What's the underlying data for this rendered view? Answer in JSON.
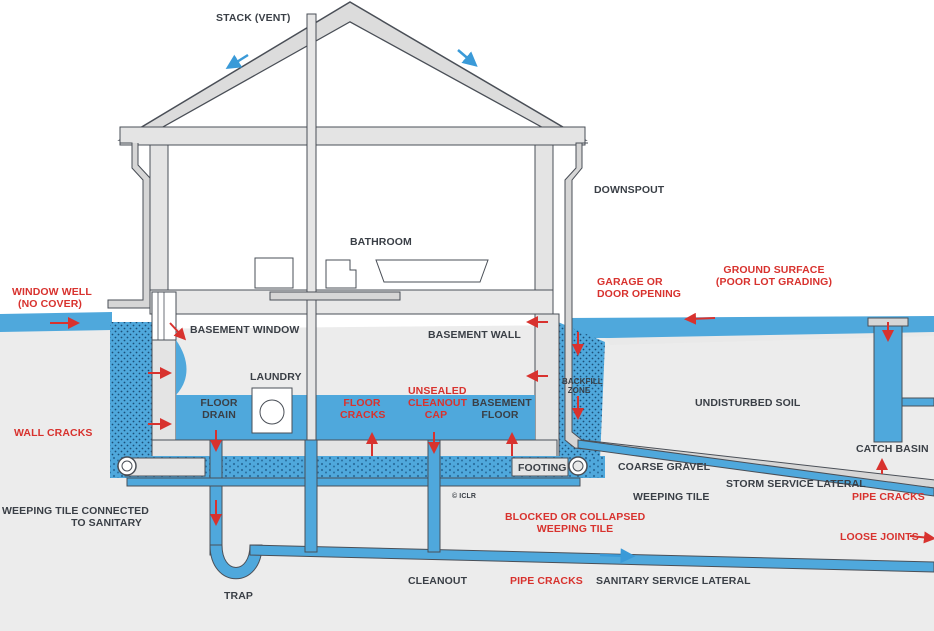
{
  "labels": {
    "stack_vent": "STACK (VENT)",
    "downspout": "DOWNSPOUT",
    "bathroom": "BATHROOM",
    "window_well_1": "WINDOW WELL",
    "window_well_2": "(NO COVER)",
    "basement_window": "BASEMENT WINDOW",
    "garage_1": "GARAGE OR",
    "garage_2": "DOOR OPENING",
    "ground_surface_1": "GROUND SURFACE",
    "ground_surface_2": "(POOR LOT GRADING)",
    "basement_wall": "BASEMENT WALL",
    "laundry": "LAUNDRY",
    "floor_drain_1": "FLOOR",
    "floor_drain_2": "DRAIN",
    "floor_cracks_1": "FLOOR",
    "floor_cracks_2": "CRACKS",
    "unsealed_1": "UNSEALED",
    "unsealed_2": "CLEANOUT",
    "unsealed_3": "CAP",
    "basement_floor_1": "BASEMENT",
    "basement_floor_2": "FLOOR",
    "backfill_1": "BACKFILL",
    "backfill_2": "ZONE",
    "undisturbed_soil": "UNDISTURBED SOIL",
    "wall_cracks": "WALL CRACKS",
    "catch_basin": "CATCH BASIN",
    "footing": "FOOTING",
    "coarse_gravel": "COARSE GRAVEL",
    "storm_lateral": "STORM SERVICE LATERAL",
    "weeping_tile": "WEEPING TILE",
    "pipe_cracks_right": "PIPE CRACKS",
    "weeping_sanitary_1": "WEEPING TILE CONNECTED",
    "weeping_sanitary_2": "TO SANITARY",
    "iclr": "© ICLR",
    "blocked_1": "BLOCKED OR COLLAPSED",
    "blocked_2": "WEEPING TILE",
    "loose_joints": "LOOSE JOINTS",
    "cleanout": "CLEANOUT",
    "pipe_cracks_bottom": "PIPE CRACKS",
    "sanitary_lateral": "SANITARY SERVICE LATERAL",
    "trap": "TRAP"
  },
  "colors": {
    "water": "#4fa8dc",
    "water_dark": "#2d8cc8",
    "soil": "#ececec",
    "wall": "#e4e4e4",
    "roof": "#e2e2e2",
    "outline": "#4a4f57",
    "red": "#d8322e",
    "arrow_blue": "#3a9ad8"
  }
}
